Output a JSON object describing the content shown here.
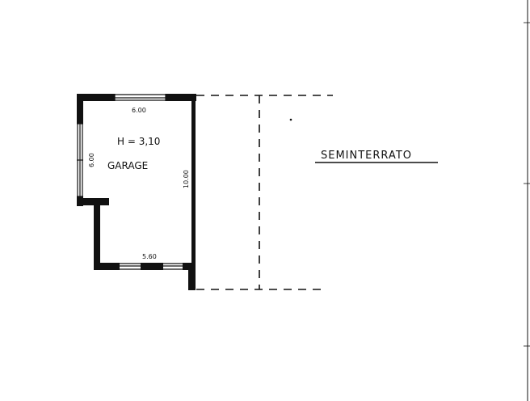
{
  "room": {
    "height_label": "H = 3,10",
    "name": "GARAGE"
  },
  "dimensions": {
    "top": "6.00",
    "left": "6.00",
    "right": "10.00",
    "bottom": "5.60"
  },
  "area": {
    "label": "SEMINTERRATO"
  },
  "colors": {
    "ink": "#111111",
    "paper": "#ffffff"
  }
}
